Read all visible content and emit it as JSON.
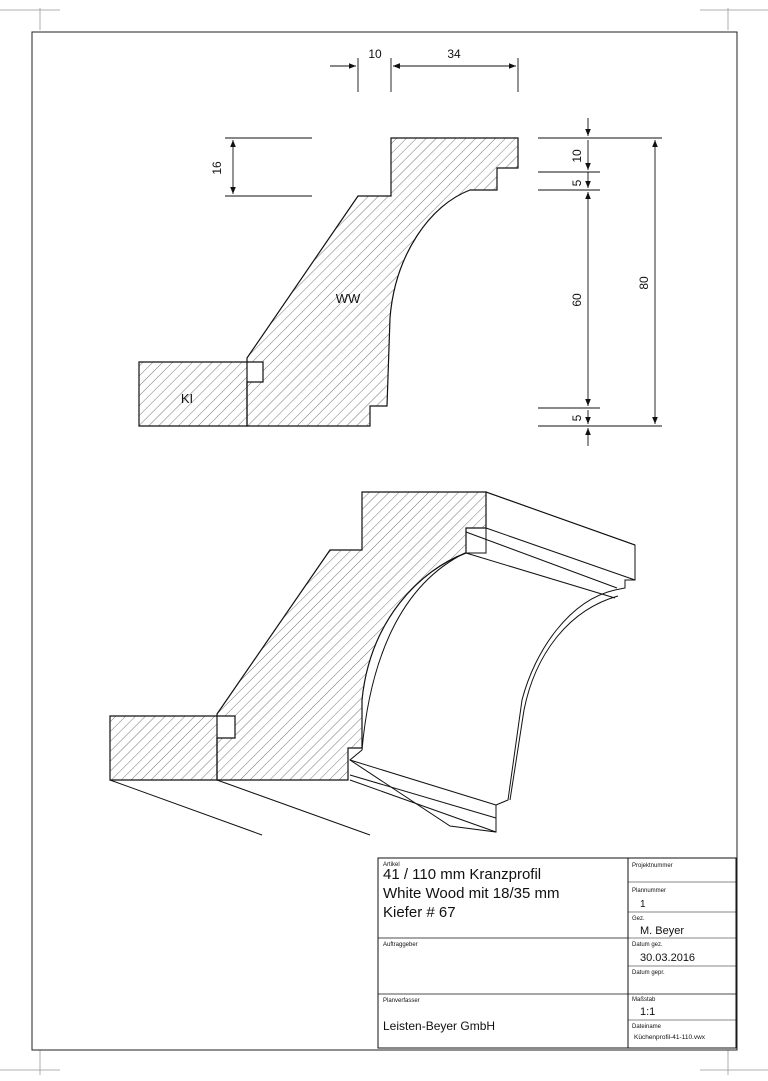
{
  "profile": {
    "label_ww": "WW",
    "label_ki": "KI"
  },
  "dimensions": {
    "top_10": "10",
    "top_34": "34",
    "left_16": "16",
    "right_10": "10",
    "right_5_top": "5",
    "right_60": "60",
    "right_5_bottom": "5",
    "right_80": "80"
  },
  "title_block": {
    "artikel_label": "Artikel",
    "artikel_lines": [
      "41 / 110 mm Kranzprofil",
      "White Wood mit 18/35 mm",
      "Kiefer # 67"
    ],
    "projektnummer_label": "Projektnummer",
    "projektnummer_value": "",
    "plannummer_label": "Plannummer",
    "plannummer_value": "1",
    "gez_label": "Gez.",
    "gez_value": "M. Beyer",
    "auftraggeber_label": "Auftraggeber",
    "auftraggeber_value": "",
    "datum_gez_label": "Datum gez.",
    "datum_gez_value": "30.03.2016",
    "datum_gepr_label": "Datum gepr.",
    "datum_gepr_value": "",
    "planverfasser_label": "Planverfasser",
    "planverfasser_value": "Leisten-Beyer GmbH",
    "massstab_label": "Maßstab",
    "massstab_value": "1:1",
    "dateiname_label": "Dateiname",
    "dateiname_value": "Küchenprofil-41-110.vwx"
  }
}
